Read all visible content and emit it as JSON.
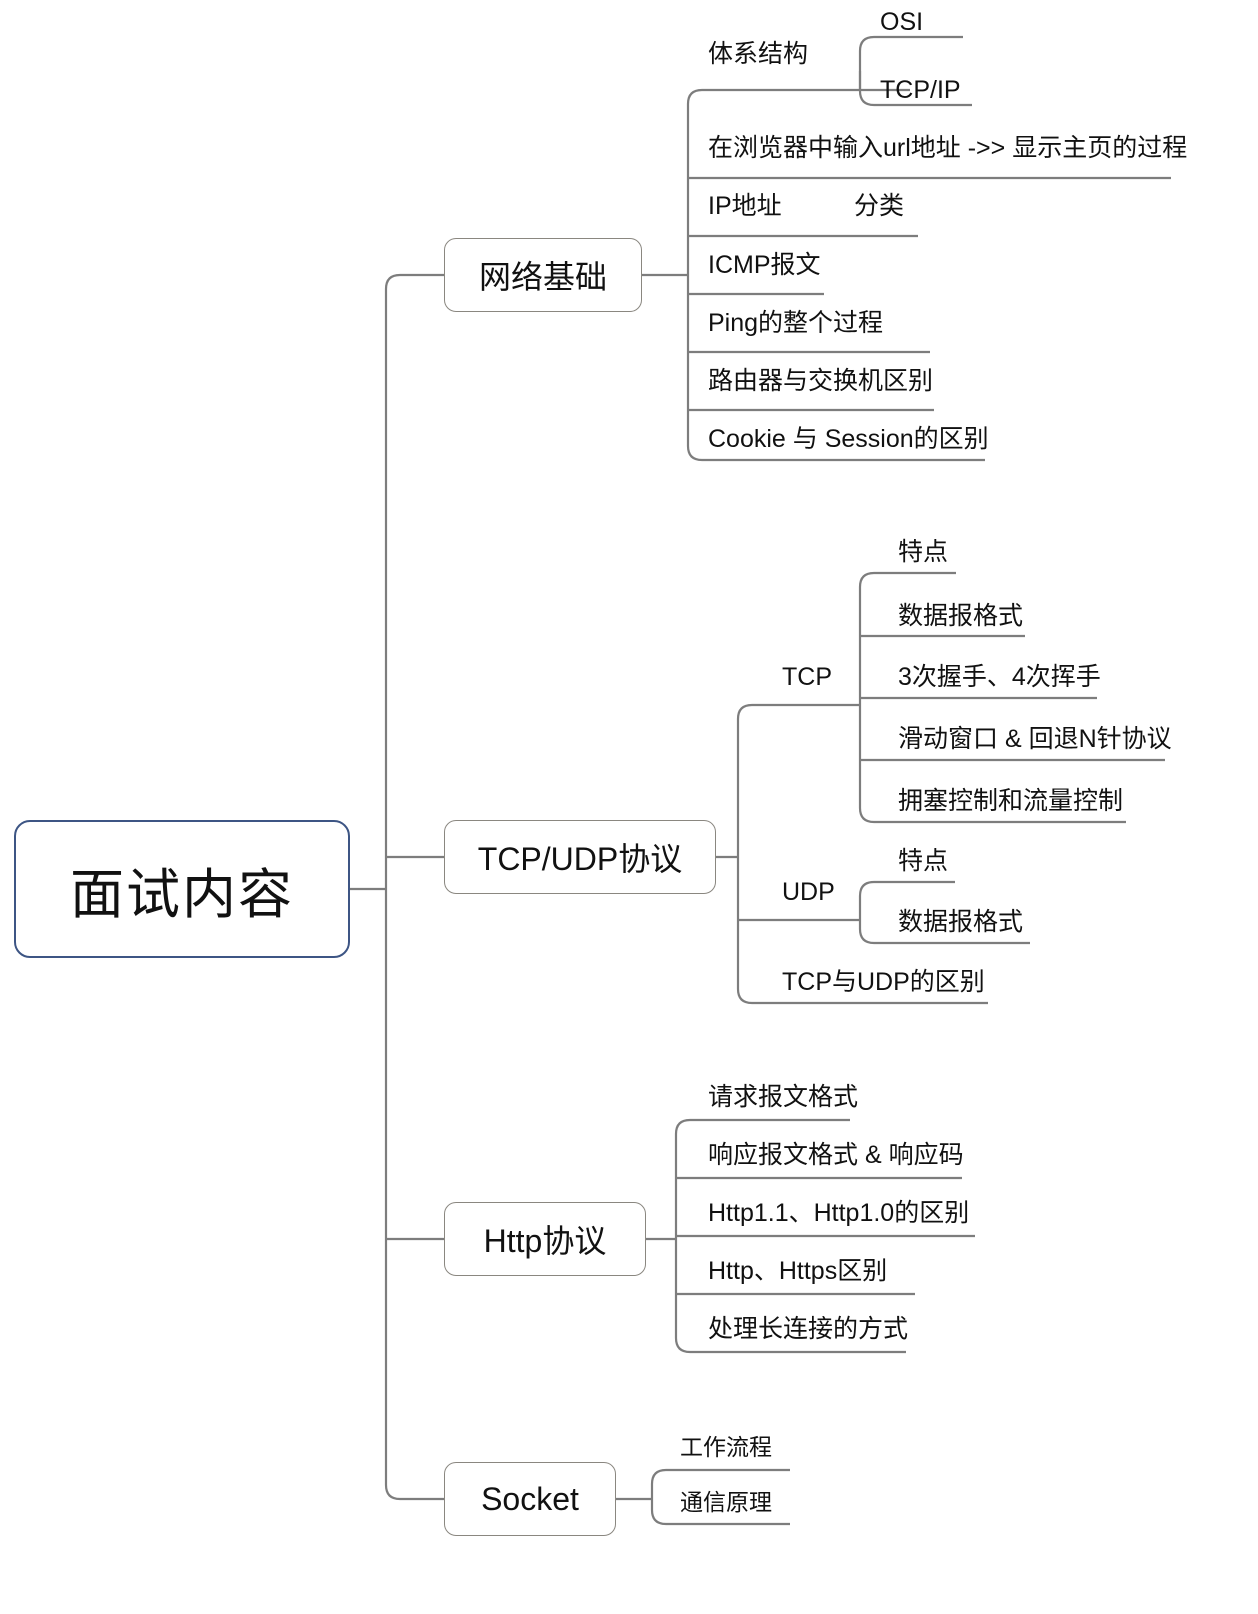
{
  "title": "面试内容",
  "colors": {
    "root_border": "#3d5584",
    "branch_border": "#8a8780",
    "connector": "#7d7d7d",
    "text": "#111111",
    "background": "#ffffff"
  },
  "root": {
    "label": "面试内容"
  },
  "branches": [
    {
      "label": "网络基础",
      "children": [
        {
          "label": "体系结构",
          "children": [
            {
              "label": "OSI"
            },
            {
              "label": "TCP/IP"
            }
          ]
        },
        {
          "label": "在浏览器中输入url地址 ->> 显示主页的过程"
        },
        {
          "label": "IP地址",
          "children": [
            {
              "label": "分类"
            }
          ]
        },
        {
          "label": "ICMP报文"
        },
        {
          "label": "Ping的整个过程"
        },
        {
          "label": "路由器与交换机区别"
        },
        {
          "label": "Cookie 与 Session的区别"
        }
      ]
    },
    {
      "label": "TCP/UDP协议",
      "children": [
        {
          "label": "TCP",
          "children": [
            {
              "label": "特点"
            },
            {
              "label": "数据报格式"
            },
            {
              "label": "3次握手、4次挥手"
            },
            {
              "label": "滑动窗口 & 回退N针协议"
            },
            {
              "label": "拥塞控制和流量控制"
            }
          ]
        },
        {
          "label": "UDP",
          "children": [
            {
              "label": "特点"
            },
            {
              "label": "数据报格式"
            }
          ]
        },
        {
          "label": "TCP与UDP的区别"
        }
      ]
    },
    {
      "label": "Http协议",
      "children": [
        {
          "label": "请求报文格式"
        },
        {
          "label": "响应报文格式 & 响应码"
        },
        {
          "label": "Http1.1、Http1.0的区别"
        },
        {
          "label": "Http、Https区别"
        },
        {
          "label": "处理长连接的方式"
        }
      ]
    },
    {
      "label": "Socket",
      "children": [
        {
          "label": "工作流程"
        },
        {
          "label": "通信原理"
        }
      ]
    }
  ],
  "chart_data": {
    "type": "table",
    "title": "面试内容",
    "structure": "mind-map",
    "root": "面试内容",
    "nodes": [
      {
        "level": 1,
        "label": "网络基础",
        "parent": "面试内容"
      },
      {
        "level": 2,
        "label": "体系结构",
        "parent": "网络基础"
      },
      {
        "level": 3,
        "label": "OSI",
        "parent": "体系结构"
      },
      {
        "level": 3,
        "label": "TCP/IP",
        "parent": "体系结构"
      },
      {
        "level": 2,
        "label": "在浏览器中输入url地址 ->> 显示主页的过程",
        "parent": "网络基础"
      },
      {
        "level": 2,
        "label": "IP地址",
        "parent": "网络基础"
      },
      {
        "level": 3,
        "label": "分类",
        "parent": "IP地址"
      },
      {
        "level": 2,
        "label": "ICMP报文",
        "parent": "网络基础"
      },
      {
        "level": 2,
        "label": "Ping的整个过程",
        "parent": "网络基础"
      },
      {
        "level": 2,
        "label": "路由器与交换机区别",
        "parent": "网络基础"
      },
      {
        "level": 2,
        "label": "Cookie 与 Session的区别",
        "parent": "网络基础"
      },
      {
        "level": 1,
        "label": "TCP/UDP协议",
        "parent": "面试内容"
      },
      {
        "level": 2,
        "label": "TCP",
        "parent": "TCP/UDP协议"
      },
      {
        "level": 3,
        "label": "特点",
        "parent": "TCP"
      },
      {
        "level": 3,
        "label": "数据报格式",
        "parent": "TCP"
      },
      {
        "level": 3,
        "label": "3次握手、4次挥手",
        "parent": "TCP"
      },
      {
        "level": 3,
        "label": "滑动窗口 & 回退N针协议",
        "parent": "TCP"
      },
      {
        "level": 3,
        "label": "拥塞控制和流量控制",
        "parent": "TCP"
      },
      {
        "level": 2,
        "label": "UDP",
        "parent": "TCP/UDP协议"
      },
      {
        "level": 3,
        "label": "特点",
        "parent": "UDP"
      },
      {
        "level": 3,
        "label": "数据报格式",
        "parent": "UDP"
      },
      {
        "level": 2,
        "label": "TCP与UDP的区别",
        "parent": "TCP/UDP协议"
      },
      {
        "level": 1,
        "label": "Http协议",
        "parent": "面试内容"
      },
      {
        "level": 2,
        "label": "请求报文格式",
        "parent": "Http协议"
      },
      {
        "level": 2,
        "label": "响应报文格式 & 响应码",
        "parent": "Http协议"
      },
      {
        "level": 2,
        "label": "Http1.1、Http1.0的区别",
        "parent": "Http协议"
      },
      {
        "level": 2,
        "label": "Http、Https区别",
        "parent": "Http协议"
      },
      {
        "level": 2,
        "label": "处理长连接的方式",
        "parent": "Http协议"
      },
      {
        "level": 1,
        "label": "Socket",
        "parent": "面试内容"
      },
      {
        "level": 2,
        "label": "工作流程",
        "parent": "Socket"
      },
      {
        "level": 2,
        "label": "通信原理",
        "parent": "Socket"
      }
    ]
  }
}
